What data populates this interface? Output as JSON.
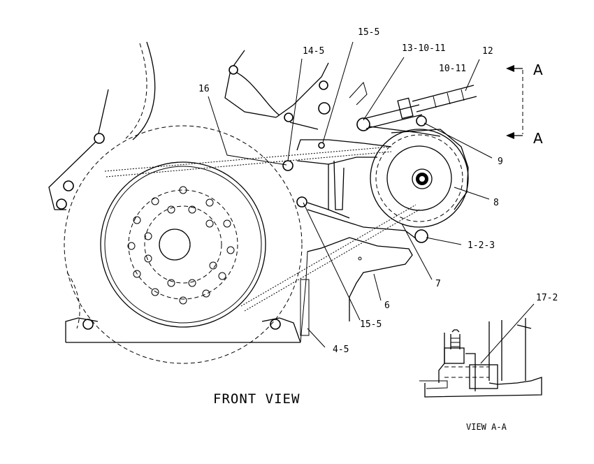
{
  "drawing": {
    "front_view_title": "FRONT VIEW",
    "detail_view_title": "VIEW A-A",
    "section_label_top": "A",
    "section_label_bottom": "A"
  },
  "callouts": {
    "c16": "16",
    "c14_5": "14-5",
    "c15_5_top": "15-5",
    "c13_10_11": "13-10-11",
    "c12": "12",
    "c10_11": "10-11",
    "c9": "9",
    "c8": "8",
    "c1_2_3": "1-2-3",
    "c7": "7",
    "c6": "6",
    "c15_5_bottom": "15-5",
    "c4_5": "4-5",
    "c17_2": "17-2"
  }
}
